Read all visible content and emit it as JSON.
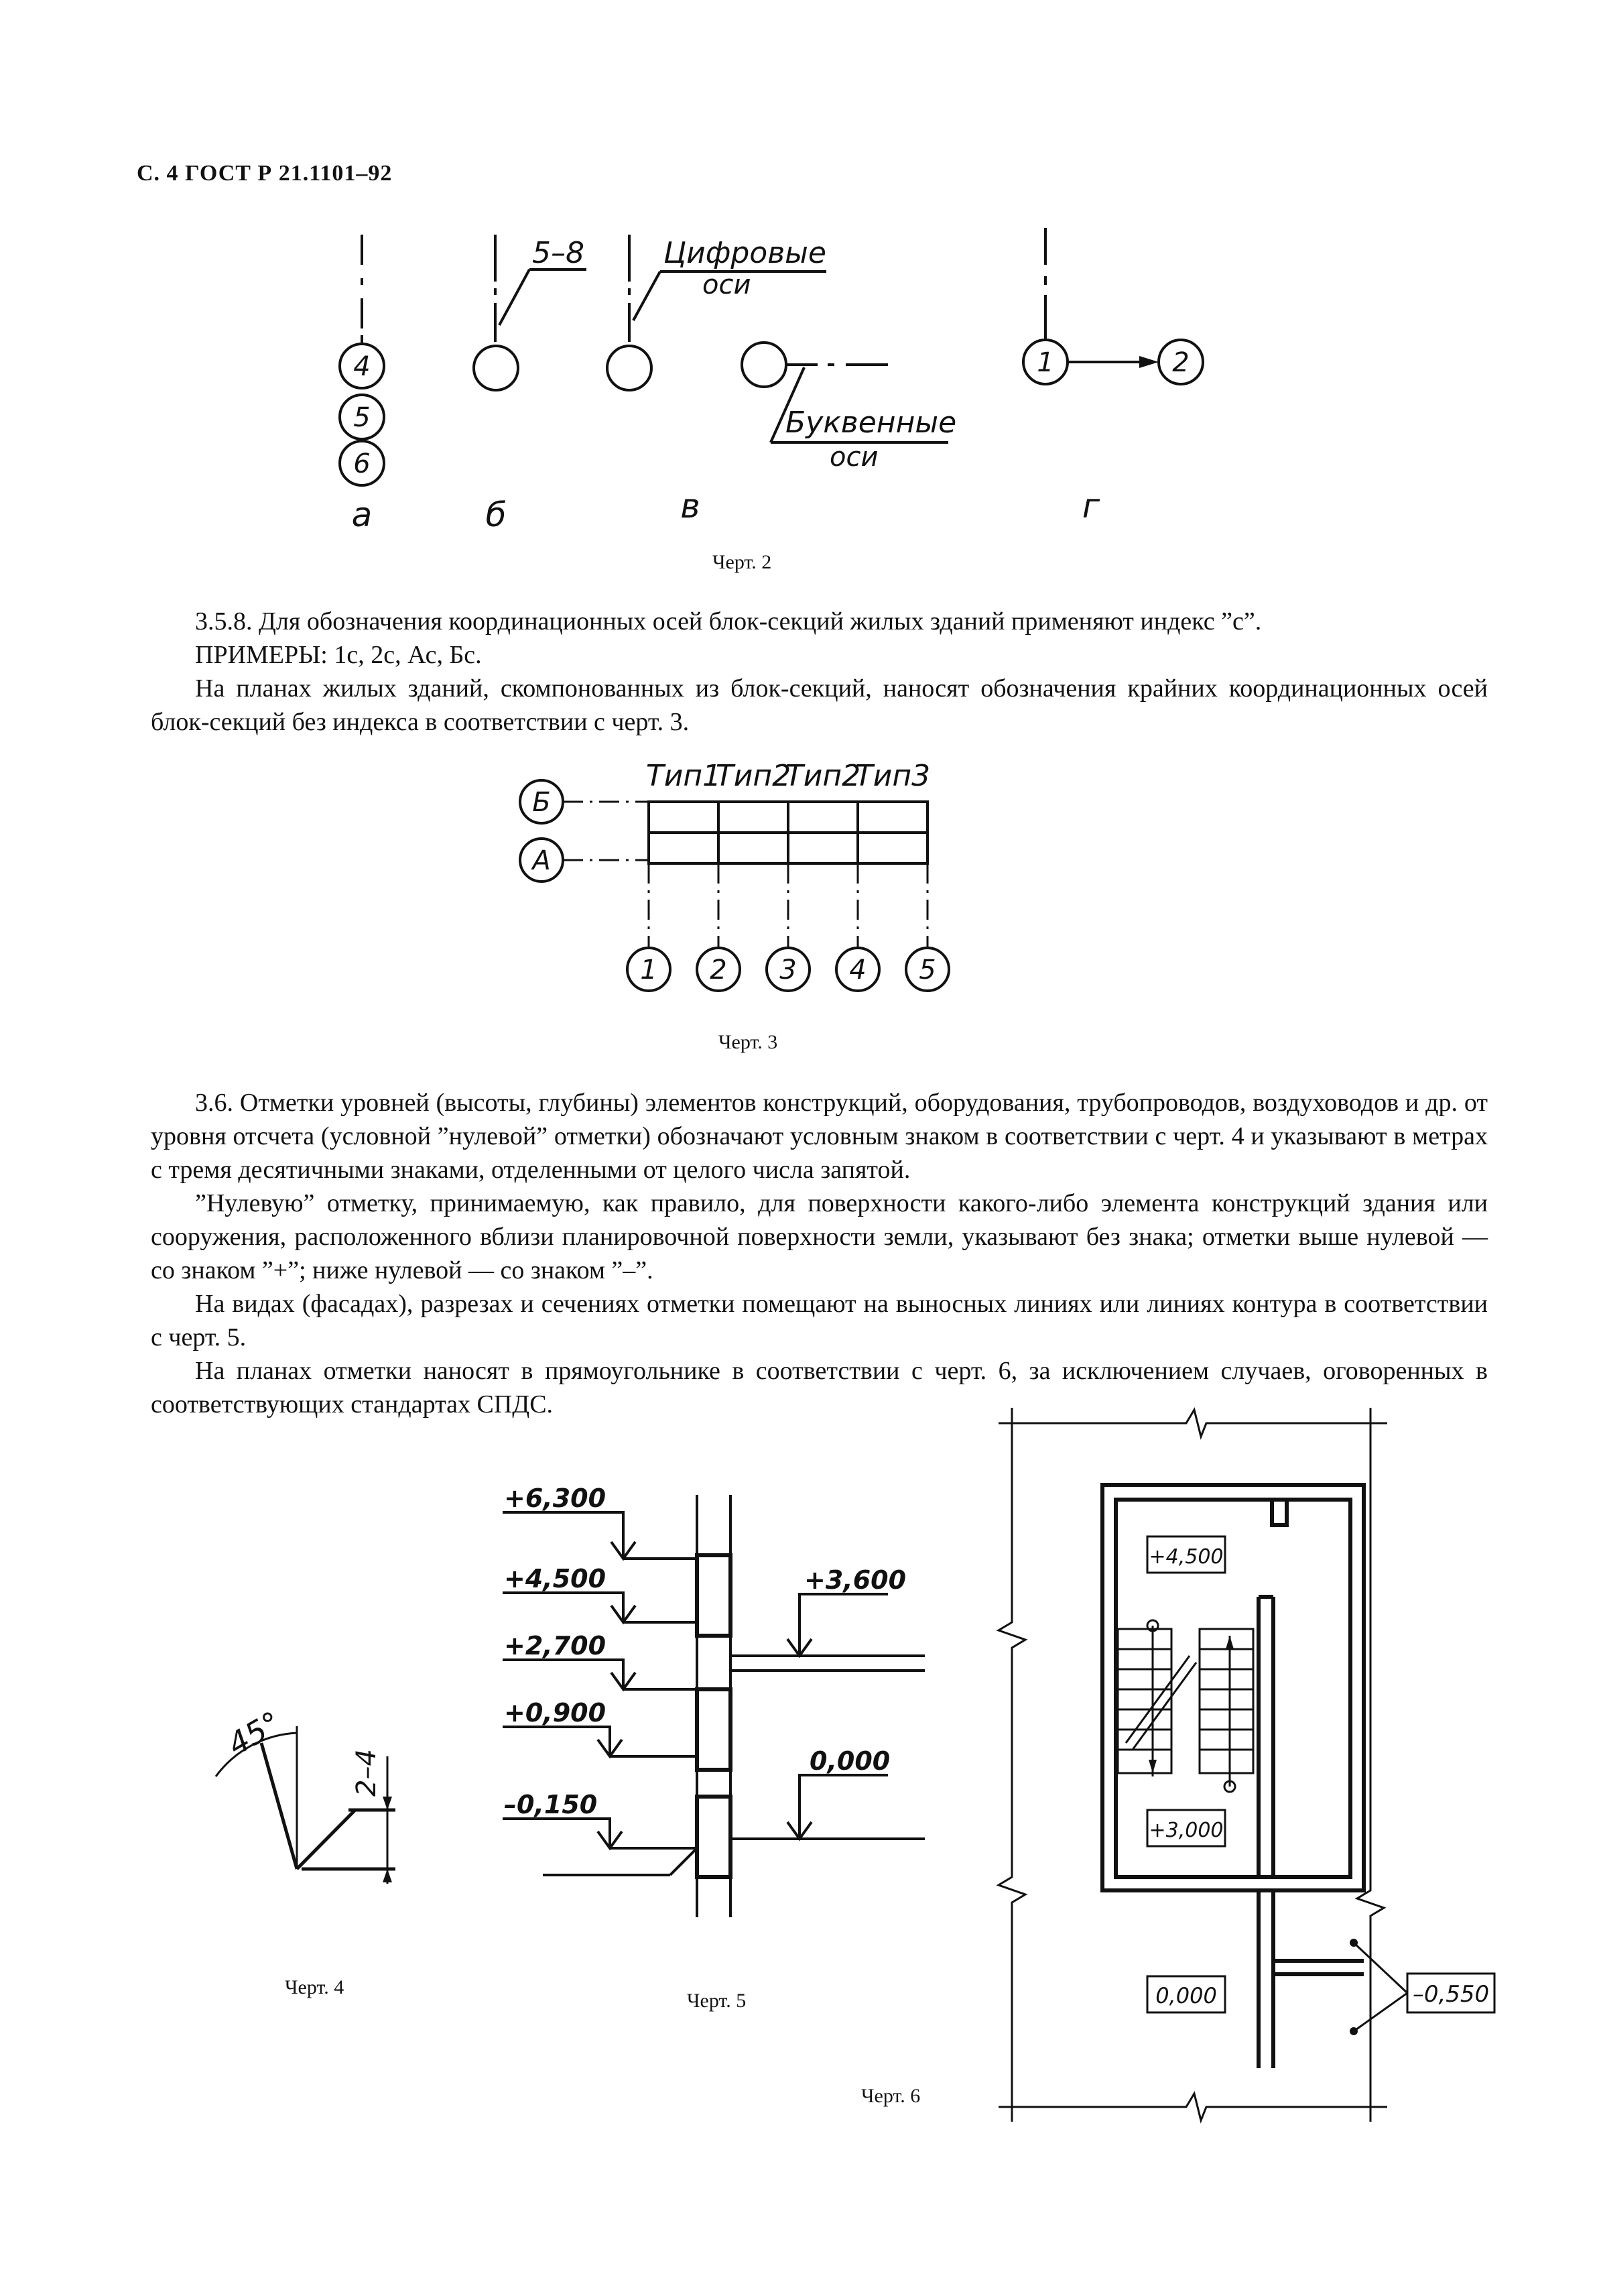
{
  "header": "С. 4 ГОСТ Р 21.1101–92",
  "fig2": {
    "caption": "Черт. 2",
    "a": {
      "circles": [
        "4",
        "5",
        "6"
      ],
      "letter": "а"
    },
    "b": {
      "range": "5–8",
      "letter": "б"
    },
    "v": {
      "digital_1": "Цифровые",
      "digital_2": "оси",
      "letter_1": "Буквенные",
      "letter_2": "оси",
      "letter": "в"
    },
    "g": {
      "from": "1",
      "to": "2",
      "letter": "г"
    }
  },
  "para_358": {
    "line1": "3.5.8. Для обозначения координационных осей блок-секций жилых зданий применяют индекс ”с”.",
    "line2": "ПРИМЕРЫ: 1с, 2с, Ас, Бс.",
    "line3": "На планах жилых зданий, скомпонованных из блок-секций, наносят обозначения крайних координационных осей блок-секций без индекса в соответствии с черт. 3."
  },
  "fig3": {
    "caption": "Черт. 3",
    "types": [
      "Тип1",
      "Тип2",
      "Тип2",
      "Тип3"
    ],
    "rows": [
      "Б",
      "А"
    ],
    "columns": [
      "1",
      "2",
      "3",
      "4",
      "5"
    ]
  },
  "para_36": {
    "p1": "3.6. Отметки уровней (высоты, глубины) элементов конструкций, оборудования, трубопроводов, воздуховодов и др. от уровня отсчета (условной ”нулевой” отметки) обозначают условным знаком в соответствии с черт. 4 и указывают в метрах с тремя десятичными знаками, отделенными от целого числа запятой.",
    "p2": "”Нулевую” отметку, принимаемую, как правило, для поверхности какого-либо элемента конструкций здания или сооружения, расположенного вблизи планировочной поверхности земли, указывают без знака; отметки выше нулевой — со знаком ”+”; ниже нулевой — со знаком ”–”.",
    "p3": "На видах (фасадах), разрезах и сечениях отметки помещают на выносных линиях или линиях контура в соответствии с черт. 5.",
    "p4": "На планах отметки наносят в прямоугольнике в соответствии с черт. 6, за исключением случаев, оговоренных в соответствующих стандартах СПДС."
  },
  "fig4": {
    "caption": "Черт. 4",
    "angle": "45°",
    "size": "2–4"
  },
  "fig5": {
    "caption": "Черт. 5",
    "left_marks": [
      "+6,300",
      "+4,500",
      "+2,700",
      "+0,900",
      "–0,150"
    ],
    "right_marks": [
      "+3,600",
      "0,000"
    ]
  },
  "fig6": {
    "caption": "Черт. 6",
    "marks": [
      "+4,500",
      "+3,000",
      "0,000",
      "–0,550"
    ]
  }
}
